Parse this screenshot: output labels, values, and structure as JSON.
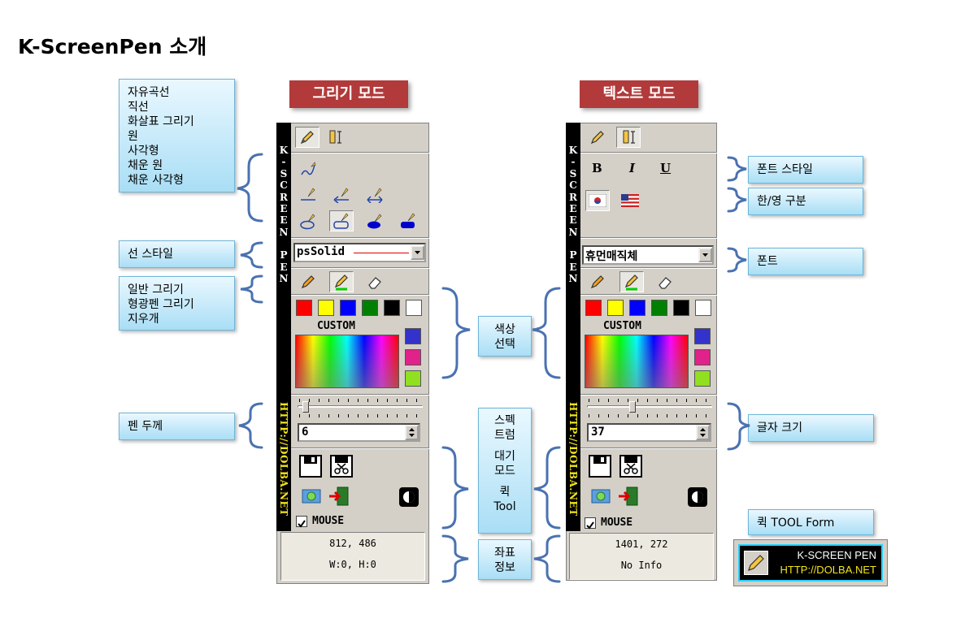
{
  "page": {
    "title": "K-ScreenPen 소개"
  },
  "modes": {
    "draw": "그리기 모드",
    "text": "텍스트 모드"
  },
  "callouts": {
    "shapes": [
      "자유곡선",
      "직선",
      "화살표 그리기",
      "원",
      "사각형",
      "채운 원",
      "채운 사각형"
    ],
    "line_style": "선 스타일",
    "pen_types": [
      "일반 그리기",
      "형광펜 그리기",
      "지우개"
    ],
    "color_select": [
      "색상",
      "선택"
    ],
    "pen_width": "펜 두께",
    "middle": [
      "스펙",
      "트럼",
      "",
      "대기",
      "모드",
      "",
      "퀵",
      "Tool"
    ],
    "coords": [
      "좌표",
      "정보"
    ],
    "font_style": "폰트 스타일",
    "han_eng": "한/영 구분",
    "font": "폰트",
    "font_size": "글자 크기",
    "quick_tool_form": "퀵 TOOL Form"
  },
  "sidebar": {
    "brand_letters": [
      "K",
      "-",
      "S",
      "C",
      "R",
      "E",
      "E",
      "N",
      "",
      "P",
      "E",
      "N"
    ],
    "url": "HTTP://DOLBA.NET"
  },
  "left_panel": {
    "line_style_value": "psSolid",
    "custom_label": "CUSTOM",
    "pen_width_value": "6",
    "mouse_label": "MOUSE",
    "coords": "812, 486",
    "size": "W:0, H:0"
  },
  "right_panel": {
    "font_style_buttons": [
      "B",
      "I",
      "U"
    ],
    "font_value": "휴먼매직체",
    "custom_label": "CUSTOM",
    "font_size_value": "37",
    "mouse_label": "MOUSE",
    "coords": "1401, 272",
    "info": "No Info"
  },
  "quick_tool": {
    "line1": "K-SCREEN PEN",
    "line2": "HTTP://DOLBA.NET"
  },
  "colors": {
    "palette": [
      "#ff0000",
      "#ffff00",
      "#0000ff",
      "#008000",
      "#000000",
      "#ffffff"
    ],
    "custom": [
      "#3333cc",
      "#e0228a",
      "#90e020"
    ],
    "mode_label_bg": "#b23a3a",
    "brace": "#4a72b0",
    "url_text": "#f2e41c"
  }
}
